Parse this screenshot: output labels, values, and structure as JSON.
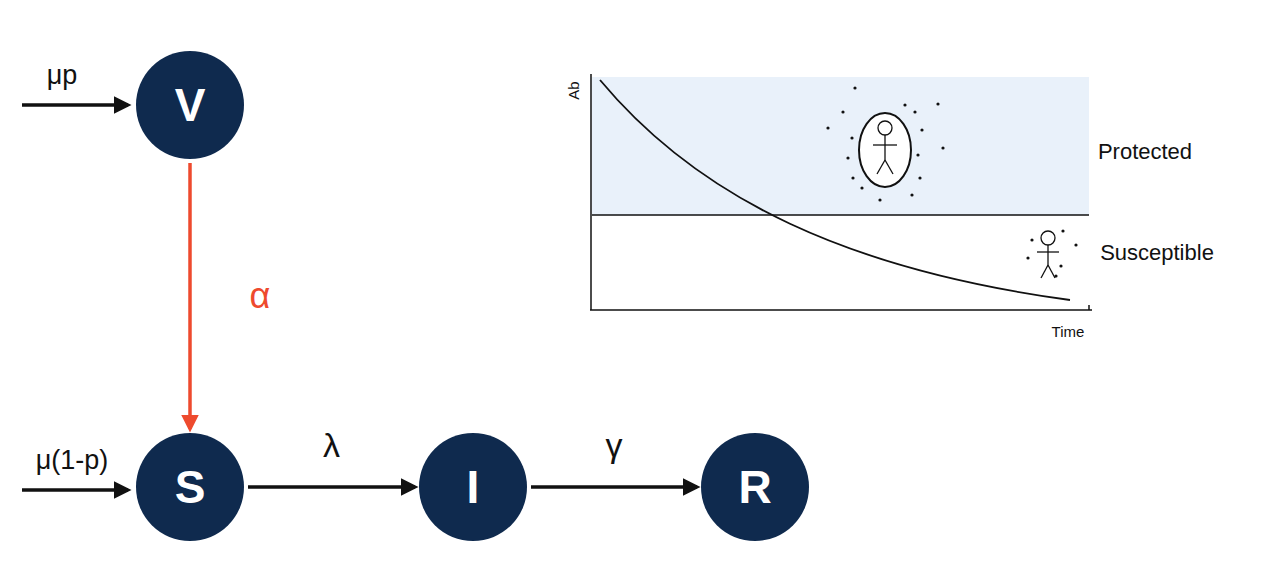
{
  "diagram": {
    "nodes": [
      {
        "text": [
          "V"
        ]
      },
      {
        "text": [
          "S"
        ]
      },
      {
        "text": [
          "I"
        ]
      },
      {
        "text": [
          "R"
        ]
      }
    ],
    "edges": [
      {
        "from": 0,
        "to": 1,
        "arrow": "to",
        "label": "α"
      },
      {
        "from": 1,
        "to": 2,
        "arrow": "to",
        "label": "λ"
      },
      {
        "from": 2,
        "to": 3,
        "arrow": "to",
        "label": "γ"
      }
    ],
    "labels": [
      "μp",
      "μ(1-p)",
      "Ab",
      "Time",
      "Protected",
      "Susceptible"
    ]
  }
}
